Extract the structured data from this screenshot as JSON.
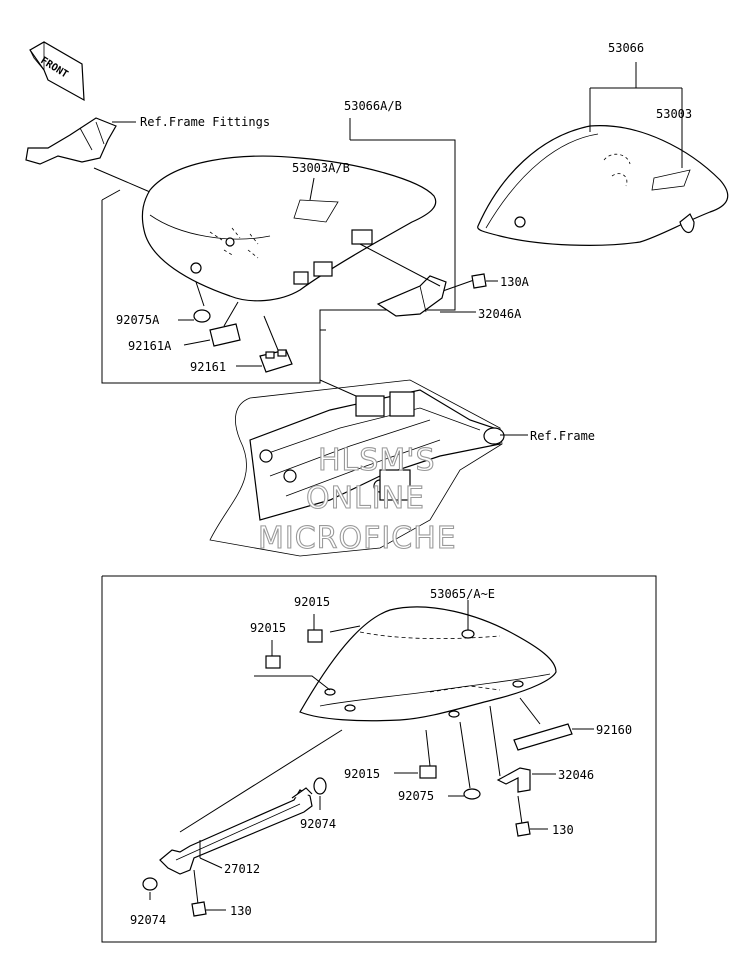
{
  "front_badge": "FRONT",
  "labels": {
    "l53066": "53066",
    "l53003": "53003",
    "l53066ab": "53066A/B",
    "l53003ab": "53003A/B",
    "refFrameFittings": "Ref.Frame Fittings",
    "l130a": "130A",
    "l32046a": "32046A",
    "l92075a": "92075A",
    "l92161a": "92161A",
    "l92161": "92161",
    "refFrame": "Ref.Frame",
    "l92015a": "92015",
    "l92015b": "92015",
    "l53065": "53065/A~E",
    "l92160": "92160",
    "l92015c": "92015",
    "l32046": "32046",
    "l92075": "92075",
    "l92074a": "92074",
    "l130b": "130",
    "l27012": "27012",
    "l130c": "130",
    "l92074b": "92074"
  },
  "watermark": {
    "line1": "HLSM'S",
    "line2": "ONLINE",
    "line3": "MICROFICHE"
  }
}
